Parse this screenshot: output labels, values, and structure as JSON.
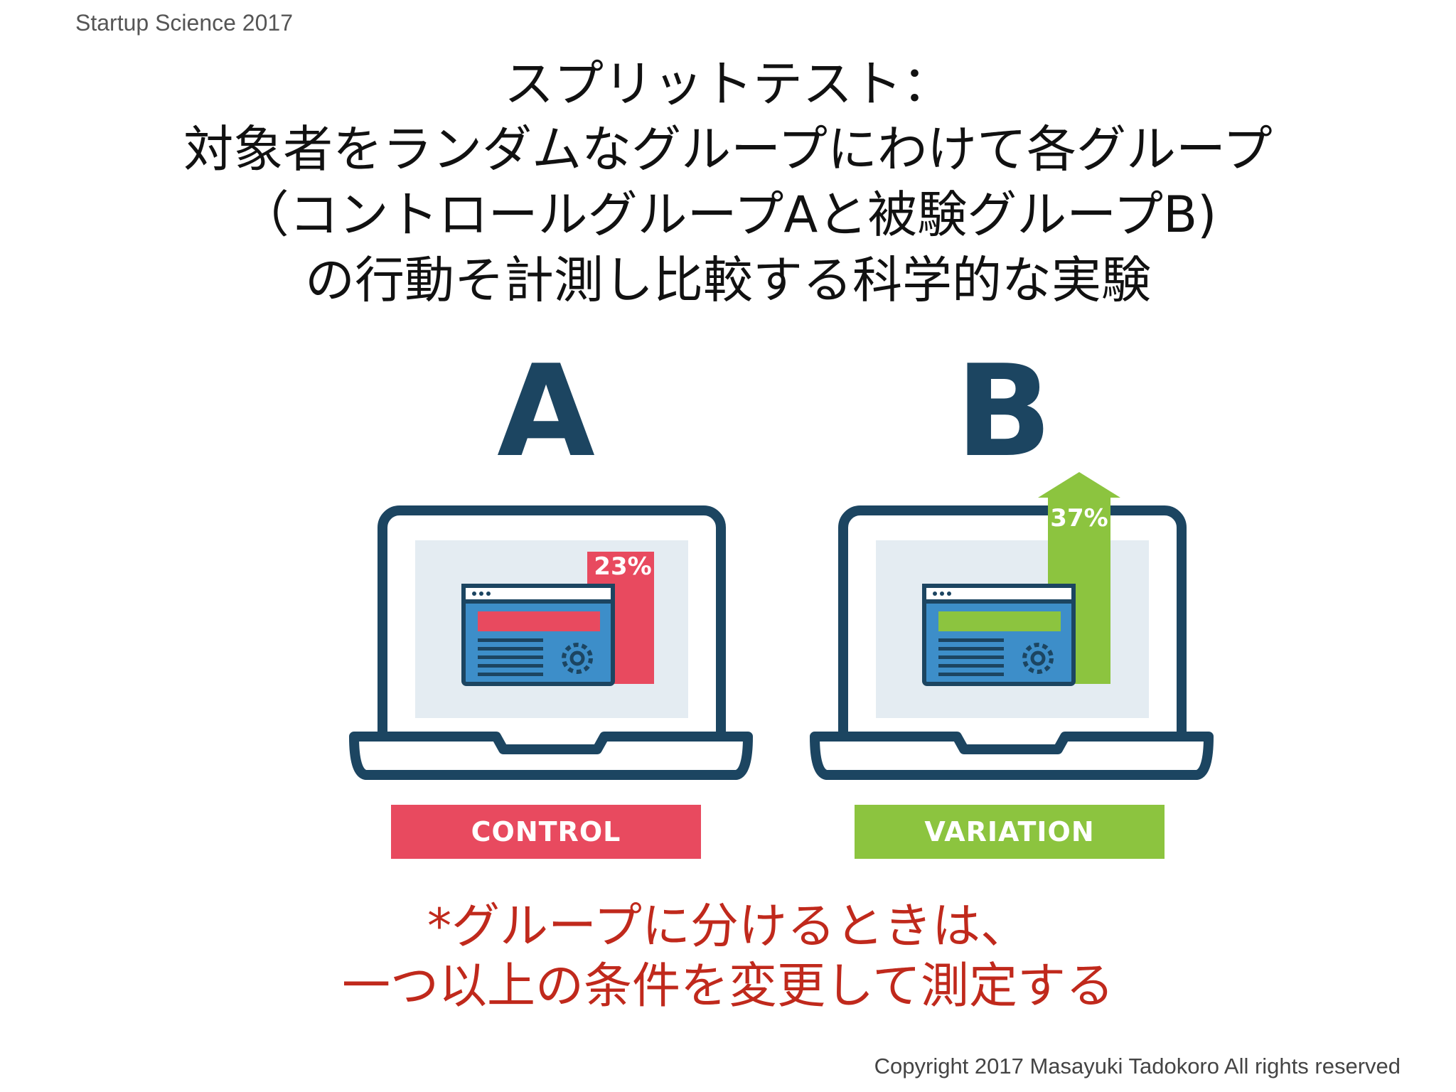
{
  "header": {
    "label": "Startup Science 2017"
  },
  "title": {
    "lines": [
      "スプリットテスト：",
      "対象者をランダムなグループにわけて各グループ",
      "（コントロールグループAと被験グループB)",
      "の行動そ計測し比較する科学的な実験"
    ]
  },
  "diagram": {
    "control": {
      "letter": "A",
      "percent": "23%",
      "label": "CONTROL",
      "color": "#e84a5f"
    },
    "variation": {
      "letter": "B",
      "percent": "37%",
      "label": "VARIATION",
      "color": "#8cc43f"
    },
    "outline_color": "#1c4561",
    "screen_color": "#e4ecf2",
    "window_color": "#3d8ec9"
  },
  "note": {
    "lines": [
      "*グループに分けるときは、",
      "一つ以上の条件を変更して測定する"
    ]
  },
  "footer": {
    "copyright": "Copyright 2017 Masayuki Tadokoro All rights reserved"
  }
}
